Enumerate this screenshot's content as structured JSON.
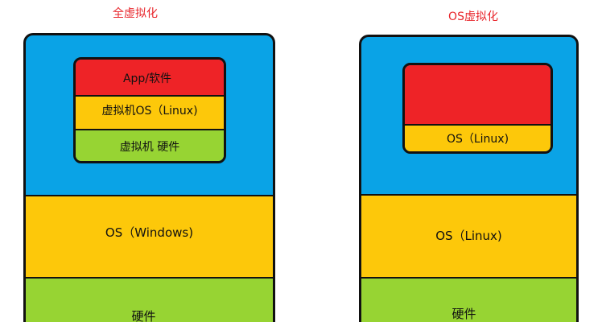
{
  "colors": {
    "title": "#e8242a",
    "outer_bg": "#0aa3e6",
    "app": "#ee2327",
    "os": "#fdc80a",
    "hardware": "#97d433",
    "border": "#111111"
  },
  "left": {
    "title": "全虚拟化",
    "inner": {
      "app_label": "App/软件",
      "vm_os_label": "虚拟机OS（Linux)",
      "vm_hw_label": "虚拟机 硬件"
    },
    "os_label": "OS（Windows)",
    "hardware_label": "硬件"
  },
  "right": {
    "title": "OS虚拟化",
    "inner": {
      "app_label": "",
      "os_label": "OS（Linux)"
    },
    "os_label": "OS（Linux)",
    "hardware_label": "硬件"
  }
}
